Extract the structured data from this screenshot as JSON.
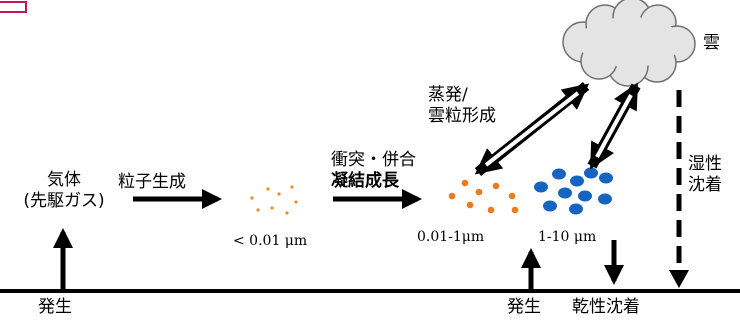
{
  "labels": {
    "gas_line1": "気体",
    "gas_line2": "(先駆ガス)",
    "nucleation": "粒子生成",
    "coag_line1": "衝突・併合",
    "coag_line2": "凝結成長",
    "evap_line1": "蒸発/",
    "evap_line2": "雲粒形成",
    "wet_line1": "湿性",
    "wet_line2": "沈着",
    "cloud": "雲",
    "emission_left": "発生",
    "emission_right": "発生",
    "dry_deposition": "乾性沈着"
  },
  "sizes": {
    "small": "< 0.01 μm",
    "medium": "0.01-1μm",
    "large": "1-10 μm"
  },
  "colors": {
    "small_particles": "#f28a2a",
    "medium_particles": "#ee7a1c",
    "large_particles": "#1565c0",
    "cloud_fill": "#e4e4e4",
    "cloud_stroke": "#707070",
    "frame_accent": "#c2185b"
  }
}
